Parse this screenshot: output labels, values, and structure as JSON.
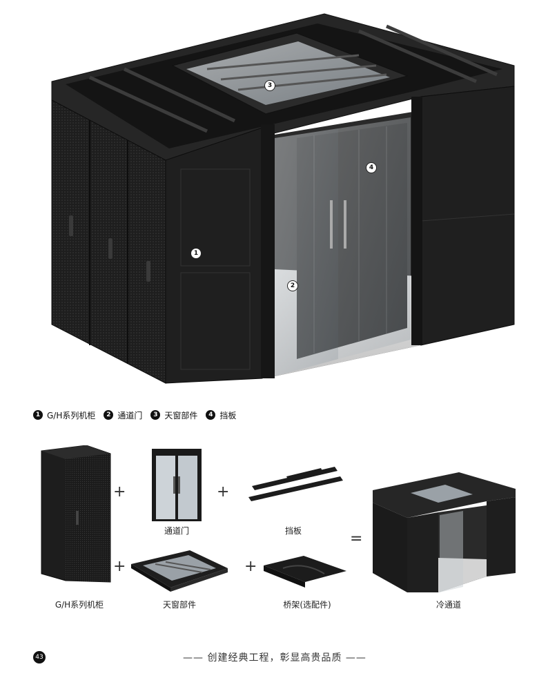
{
  "hero": {
    "callouts": [
      "1",
      "2",
      "3",
      "4"
    ]
  },
  "legend": [
    {
      "num": "1",
      "label": "G/H系列机柜"
    },
    {
      "num": "2",
      "label": "通道门"
    },
    {
      "num": "3",
      "label": "天窗部件"
    },
    {
      "num": "4",
      "label": "挡板"
    }
  ],
  "components": {
    "cabinet": "G/H系列机柜",
    "door": "通道门",
    "baffle": "挡板",
    "skylight": "天窗部件",
    "bridge": "桥架(选配件)",
    "result": "冷通道"
  },
  "operators": {
    "plus": "+",
    "equals": "="
  },
  "footer": {
    "page_number": "43",
    "slogan": "—— 创建经典工程，彰显高贵品质 ——"
  },
  "colors": {
    "cabinet": "#1c1c1c",
    "glass": "#b9c0c6",
    "accent": "#111111"
  }
}
